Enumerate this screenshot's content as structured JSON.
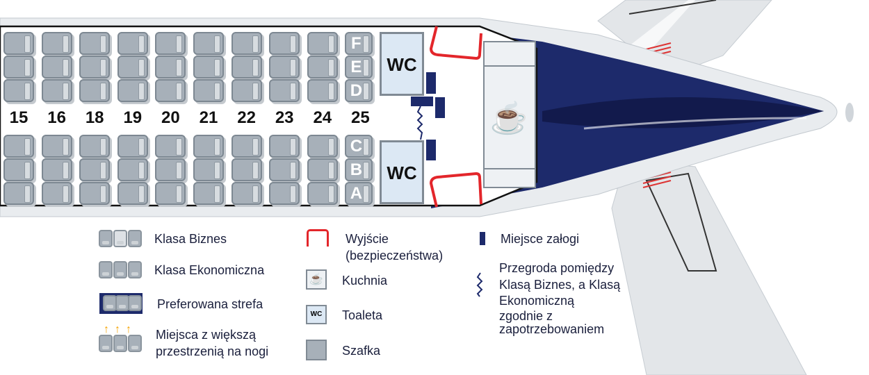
{
  "rows": [
    "15",
    "16",
    "18",
    "19",
    "20",
    "21",
    "22",
    "23",
    "24",
    "25"
  ],
  "seat_letters_upper": [
    "F",
    "E",
    "D"
  ],
  "seat_letters_lower": [
    "C",
    "B",
    "A"
  ],
  "lavatory_label": "WC",
  "legend": {
    "business": "Klasa Biznes",
    "economy": "Klasa Ekonomiczna",
    "preferred": "Preferowana strefa",
    "legroom_line1": "Miejsca z większą",
    "legroom_line2": "przestrzenią na nogi",
    "exit_line1": "Wyjście",
    "exit_line2": "(bezpieczeństwa)",
    "galley": "Kuchnia",
    "toilet": "Toaleta",
    "toilet_icon": "WC",
    "closet": "Szafka",
    "crew": "Miejsce załogi",
    "divider_lines": [
      "Przegroda pomiędzy",
      "Klasą Biznes, a Klasą",
      "Ekonomiczną",
      "zgodnie z",
      "zapotrzebowaniem"
    ]
  },
  "colors": {
    "navy": "#1d2a6b",
    "exit": "#e3262b",
    "seat": "#a7b0b9",
    "arrow": "#f5a300"
  }
}
